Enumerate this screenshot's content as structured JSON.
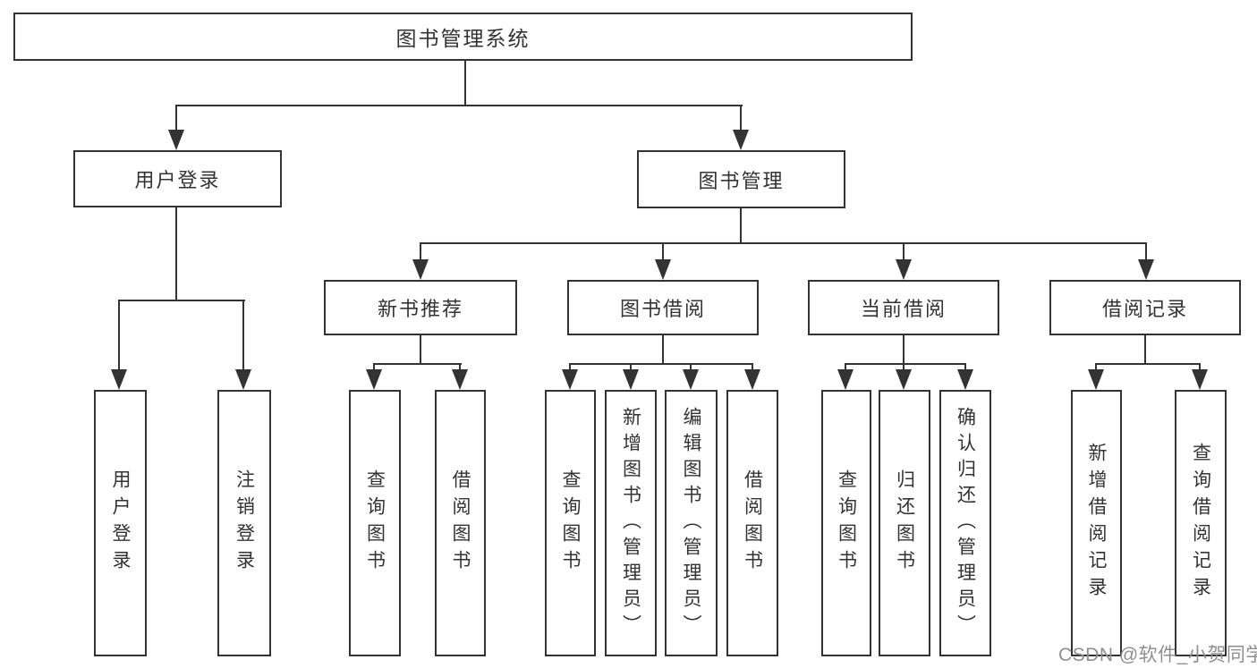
{
  "root": {
    "label": "图书管理系统"
  },
  "login": {
    "label": "用户登录",
    "leaves": [
      "用户登录",
      "注销登录"
    ]
  },
  "mgmt": {
    "label": "图书管理",
    "groups": [
      {
        "label": "新书推荐",
        "leaves": [
          "查询图书",
          "借阅图书"
        ]
      },
      {
        "label": "图书借阅",
        "leaves": [
          "查询图书",
          "新增图书（管理员）",
          "编辑图书（管理员）",
          "借阅图书"
        ]
      },
      {
        "label": "当前借阅",
        "leaves": [
          "查询图书",
          "归还图书",
          "确认归还（管理员）"
        ]
      },
      {
        "label": "借阅记录",
        "leaves": [
          "新增借阅记录",
          "查询借阅记录"
        ]
      }
    ]
  },
  "watermark": "CSDN @软件_小贺同学"
}
